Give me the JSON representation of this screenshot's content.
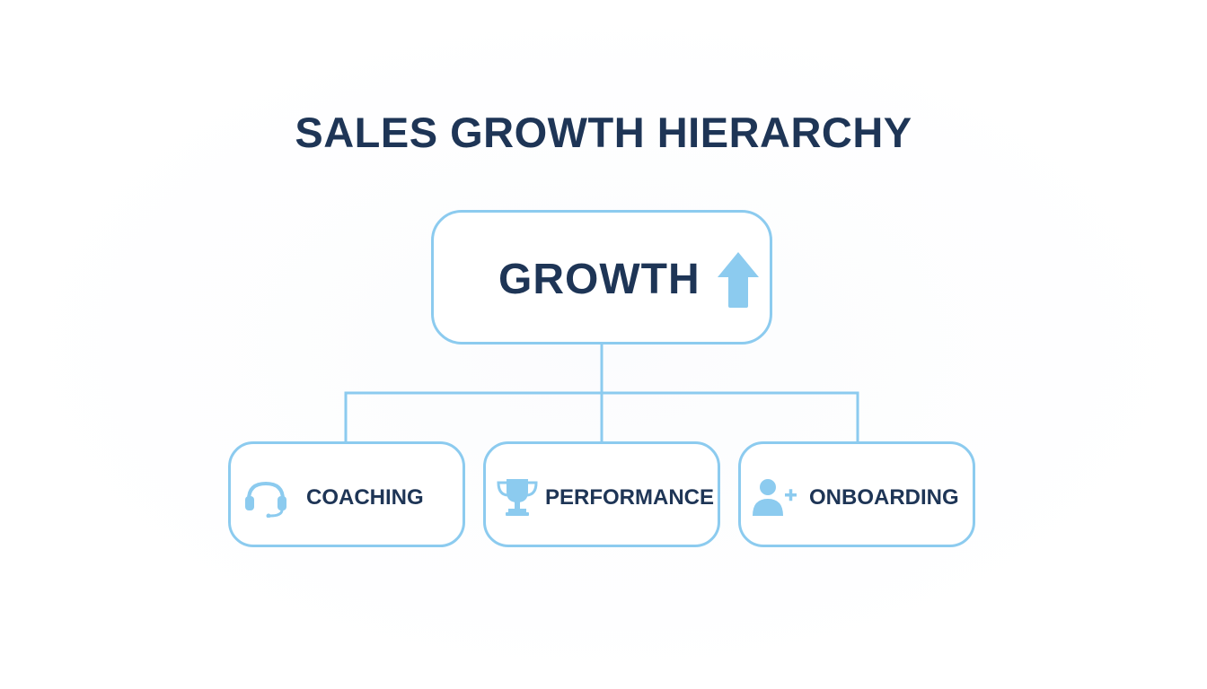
{
  "title": "SALES GROWTH HIERARCHY",
  "colors": {
    "accent": "#8ccbef",
    "text": "#1e3556",
    "background": "#ffffff"
  },
  "root": {
    "label": "GROWTH",
    "icon": "up-arrow-icon"
  },
  "children": [
    {
      "label": "COACHING",
      "icon": "headset-icon"
    },
    {
      "label": "PERFORMANCE",
      "icon": "trophy-icon"
    },
    {
      "label": "ONBOARDING",
      "icon": "add-user-icon"
    }
  ]
}
